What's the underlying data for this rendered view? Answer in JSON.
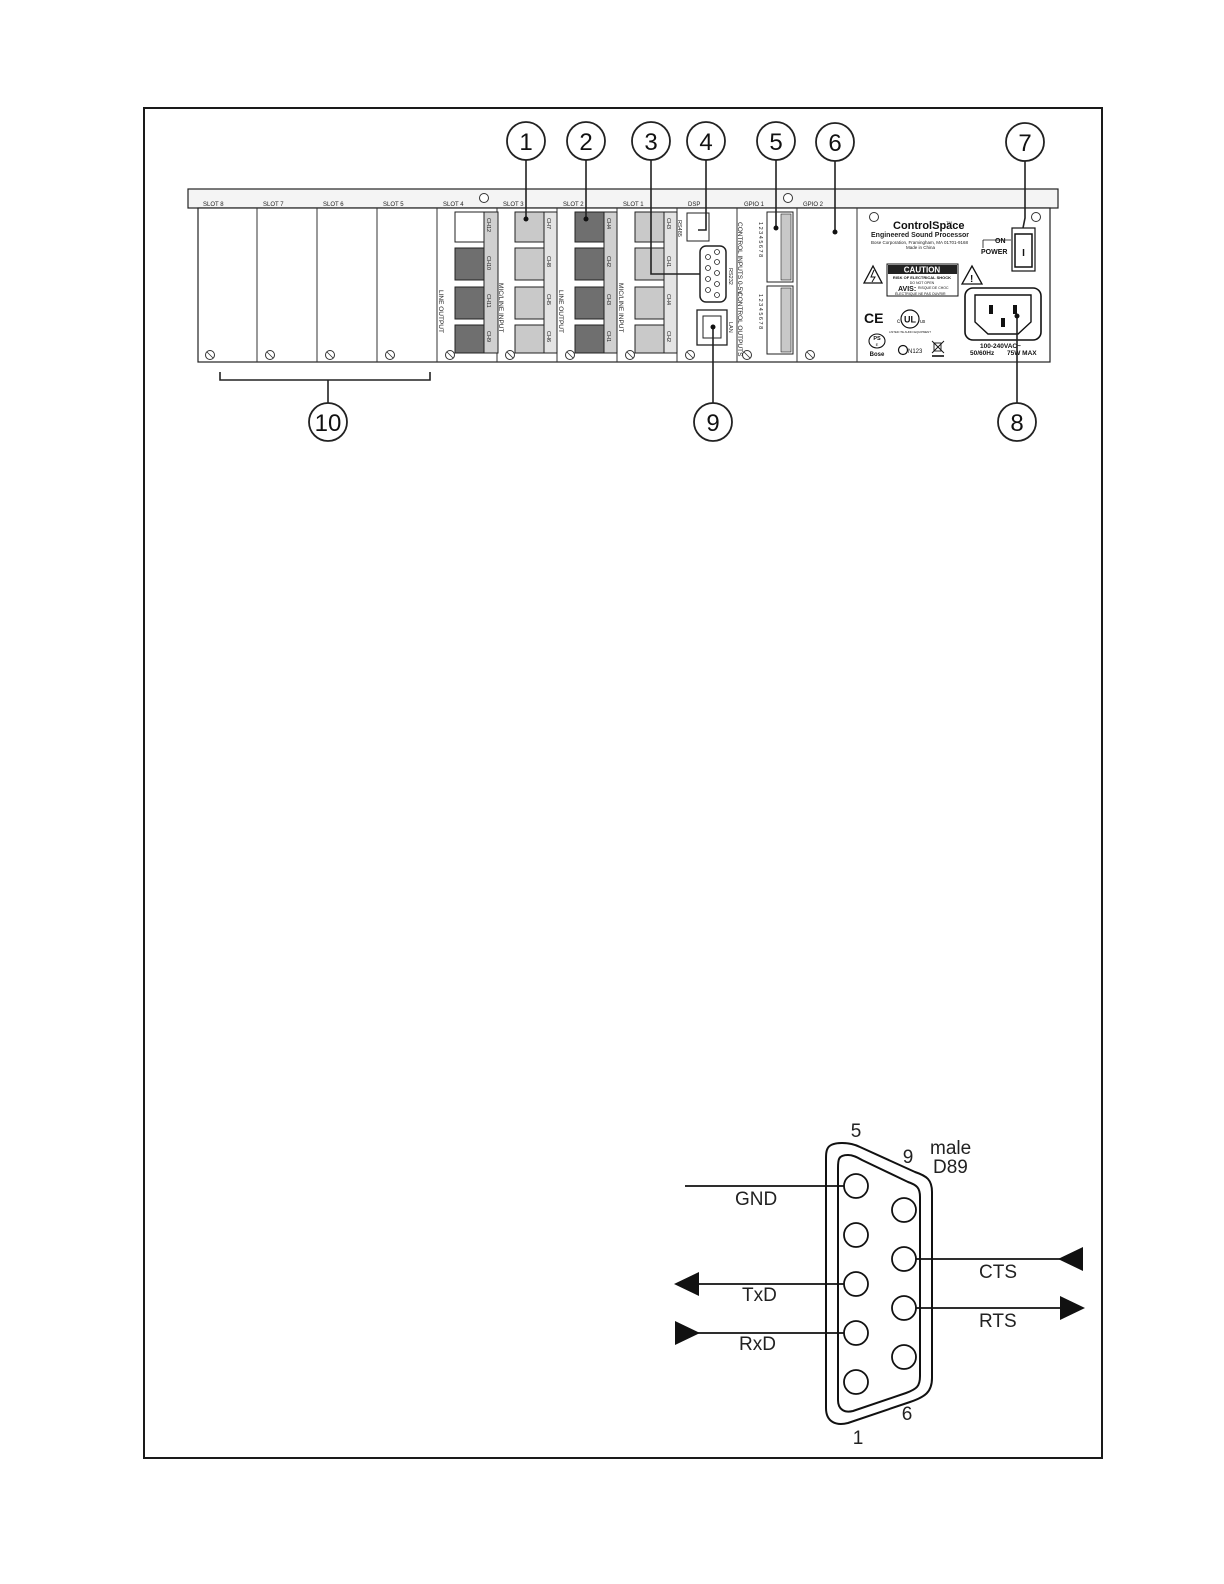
{
  "callouts": [
    "1",
    "2",
    "3",
    "4",
    "5",
    "6",
    "7",
    "8",
    "9",
    "10"
  ],
  "panel": {
    "slot_labels": [
      "SLOT 8",
      "SLOT 7",
      "SLOT 6",
      "SLOT 5",
      "SLOT 4",
      "SLOT 3",
      "SLOT 2",
      "SLOT 1",
      "DSP",
      "GPIO 1",
      "GPIO 2"
    ],
    "line_output": "LINE OUTPUT",
    "mic_line_input": "MIC/LINE INPUT",
    "ch_labels_a": [
      "CH12",
      "CH10",
      "CH11",
      "CH9"
    ],
    "ch_labels_b": [
      "CH7",
      "CH8",
      "CH5",
      "CH6"
    ],
    "ch_labels_c": [
      "CH4",
      "CH2",
      "CH3",
      "CH1"
    ],
    "ch_labels_d": [
      "CH3",
      "CH1",
      "CH4",
      "CH2"
    ],
    "rs485": "RS485",
    "rs232": "RS232",
    "lan": "LAN",
    "control_inputs": "CONTROL INPUTS 0-5V",
    "control_outputs": "CONTROL OUTPUTS",
    "brand": "ControlSpace",
    "tm": "TM",
    "subtitle": "Engineered Sound Processor",
    "address": "Bose Corporation, Framingham, MA 01701-9168",
    "made_in": "Made in China",
    "caution_title": "CAUTION",
    "caution_text1": "RISK OF ELECTRICAL SHOCK",
    "caution_text2": "DO NOT OPEN",
    "avis_title": "AVIS:",
    "avis_text1": "RISQUE DE CHOC",
    "avis_text2": "ÉLECTRIQUE  NE PAS OUVRIR",
    "on_label": "ON",
    "power_label": "POWER",
    "switch_mark": "I",
    "ce": "CE",
    "ul": "UL",
    "listed": "LISTED ITE AUDIO EQUIPMENT",
    "ps": "PS",
    "pse": "E",
    "bose": "Bose",
    "n123": "N123",
    "voltage": "100-240VAC~",
    "freq": "50/60Hz",
    "watts": "75W MAX",
    "pin_numbers": "1 2 3 4 5 6 7 8"
  },
  "db9": {
    "pin5": "5",
    "pin9": "9",
    "pin6": "6",
    "pin1": "1",
    "title1": "male",
    "title2": "D89",
    "gnd": "GND",
    "txd": "TxD",
    "rxd": "RxD",
    "cts": "CTS",
    "rts": "RTS"
  }
}
